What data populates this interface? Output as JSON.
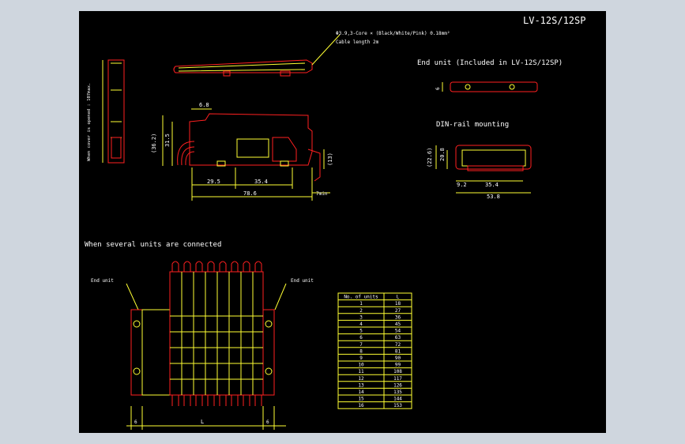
{
  "drawing": {
    "title": "LV-12S/12SP",
    "cable_note": "Φ3.9,3-Core × (Black/White/Pink) 0.18mm²",
    "cable_length": "Cable length 2m",
    "cover_note": "When cover is opened : 107max.",
    "end_unit_heading": "End unit (Included in LV-12S/12SP)",
    "din_heading": "DIN-rail mounting",
    "several_units_heading": "When several units are connected",
    "end_unit_left": "End unit",
    "end_unit_right": "End unit"
  },
  "dimensions": {
    "d_6_8": "6.8",
    "d_36_2": "(36.2)",
    "d_31_5": "31.5",
    "d_13": "(13)",
    "d_29_5": "29.5",
    "d_35_4": "35.4",
    "d_78_6": "78.6",
    "d_7min": "7min",
    "d_6_end": "6",
    "d_22_6": "(22.6)",
    "d_20_8": "20.8",
    "d_9_2": "9.2",
    "d_35_4_din": "35.4",
    "d_53_8": "53.8",
    "d_6_left": "6",
    "d_L": "L",
    "d_6_right": "6"
  },
  "units_table": {
    "headers": [
      "No. of units",
      "L"
    ],
    "rows": [
      [
        "1",
        "18"
      ],
      [
        "2",
        "27"
      ],
      [
        "3",
        "36"
      ],
      [
        "4",
        "45"
      ],
      [
        "5",
        "54"
      ],
      [
        "6",
        "63"
      ],
      [
        "7",
        "72"
      ],
      [
        "8",
        "81"
      ],
      [
        "9",
        "90"
      ],
      [
        "10",
        "99"
      ],
      [
        "11",
        "108"
      ],
      [
        "12",
        "117"
      ],
      [
        "13",
        "126"
      ],
      [
        "14",
        "135"
      ],
      [
        "15",
        "144"
      ],
      [
        "16",
        "153"
      ]
    ]
  },
  "colors": {
    "line_yellow": "#ffff33",
    "line_red": "#ff2020",
    "line_white": "#ffffff",
    "background": "#000000",
    "frame": "#cfd6de"
  }
}
